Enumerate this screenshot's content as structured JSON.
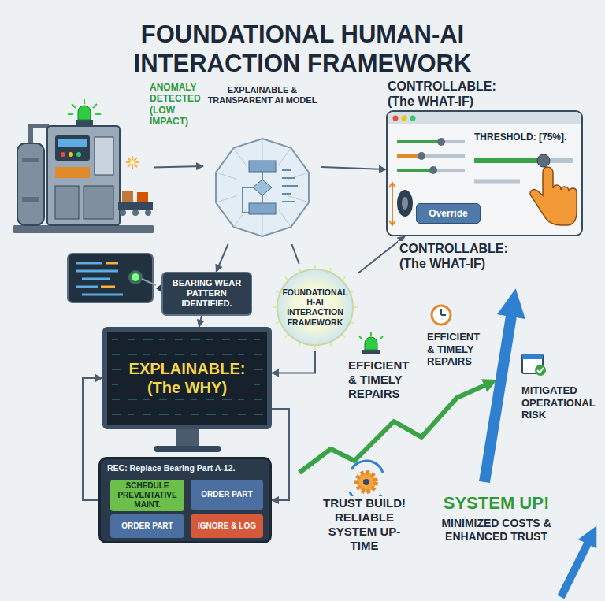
{
  "diagram": {
    "title": "FOUNDATIONAL HUMAN-AI INTERACTION FRAMEWORK",
    "nodes": [
      {
        "text": [
          "ANOMALY DETECTED (LOW IMPACT)"
        ]
      },
      {
        "text": [
          "EXPLAINABLE & TRANSPARENT AI MODEL"
        ]
      },
      {
        "text": [
          "CONTROLLABLE: (The WHAT-IF)",
          "THRESHOLD: [75%]."
        ]
      },
      {
        "text": [
          "Override"
        ],
        "in": 2
      },
      {
        "text": [
          "BEARING WEAR PATTERN IDENTIFIED."
        ]
      },
      {
        "text": [
          "FOUNDATIONAL H-AI INTERACTION FRAMEWORK"
        ]
      },
      {
        "text": [
          "EXPLAINABLE: (The WHY)"
        ]
      },
      {
        "text": [
          "REC: Replace Bearing Part A-12."
        ]
      },
      {
        "text": [
          "SCHEDULE PREVENTATIVE MAINT."
        ],
        "in": 7
      },
      {
        "text": [
          "ORDER PART"
        ],
        "in": 7
      },
      {
        "text": [
          "ORDER PART"
        ],
        "in": 7
      },
      {
        "text": [
          "IGNORE & LOG"
        ],
        "in": 7
      }
    ],
    "edges": [
      {
        "from": 0,
        "to": 1,
        "arrow": "to"
      },
      {
        "from": 1,
        "to": 2,
        "arrow": "to"
      },
      {
        "from": 1,
        "to": 5,
        "arrow": "none"
      },
      {
        "from": 5,
        "to": 2,
        "arrow": "to"
      },
      {
        "from": 1,
        "to": 4,
        "arrow": "to"
      },
      {
        "from": 4,
        "to": 6,
        "arrow": "to"
      },
      {
        "from": 5,
        "to": 6,
        "arrow": "to"
      },
      {
        "from": 6,
        "to": 7,
        "arrow": "to"
      },
      {
        "from": 7,
        "to": 6,
        "arrow": "to"
      }
    ],
    "labels": [
      "CONTROLLABLE: (The WHAT-IF)",
      "EFFICIENT & TIMELY REPAIRS",
      "EFFICIENT & TIMELY REPAIRS",
      "MITIGATED OPERATIONAL RISK",
      "TRUST BUILD! RELIABLE SYSTEM UP-TIME",
      "SYSTEM UP!",
      "MINIMIZED COSTS & ENHANCED TRUST"
    ]
  }
}
